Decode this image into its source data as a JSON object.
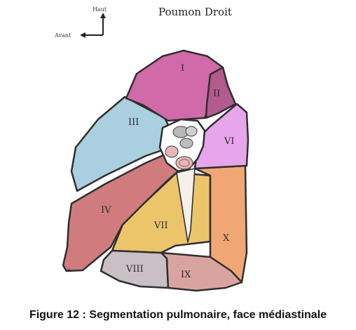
{
  "diagram": {
    "title": "Poumon Droit",
    "orientation": {
      "up_label": "Haut",
      "left_label": "Avant"
    },
    "segments": [
      {
        "id": "I",
        "label": "I",
        "color": "#d06aa8"
      },
      {
        "id": "II",
        "label": "II",
        "color": "#b35a8e"
      },
      {
        "id": "III",
        "label": "III",
        "color": "#a9cfe0"
      },
      {
        "id": "IV",
        "label": "IV",
        "color": "#d07c7e"
      },
      {
        "id": "VI",
        "label": "VI",
        "color": "#e7a6ec"
      },
      {
        "id": "VII",
        "label": "VII",
        "color": "#ecc56a"
      },
      {
        "id": "VIII",
        "label": "VIII",
        "color": "#c9bfc5"
      },
      {
        "id": "IX",
        "label": "IX",
        "color": "#d9a4a0"
      },
      {
        "id": "X",
        "label": "X",
        "color": "#f0a774"
      }
    ],
    "hilum_color": "#ffffff",
    "outline_color": "#2f2f2f"
  },
  "caption": "Figure 12 : Segmentation pulmonaire, face médiastinale"
}
